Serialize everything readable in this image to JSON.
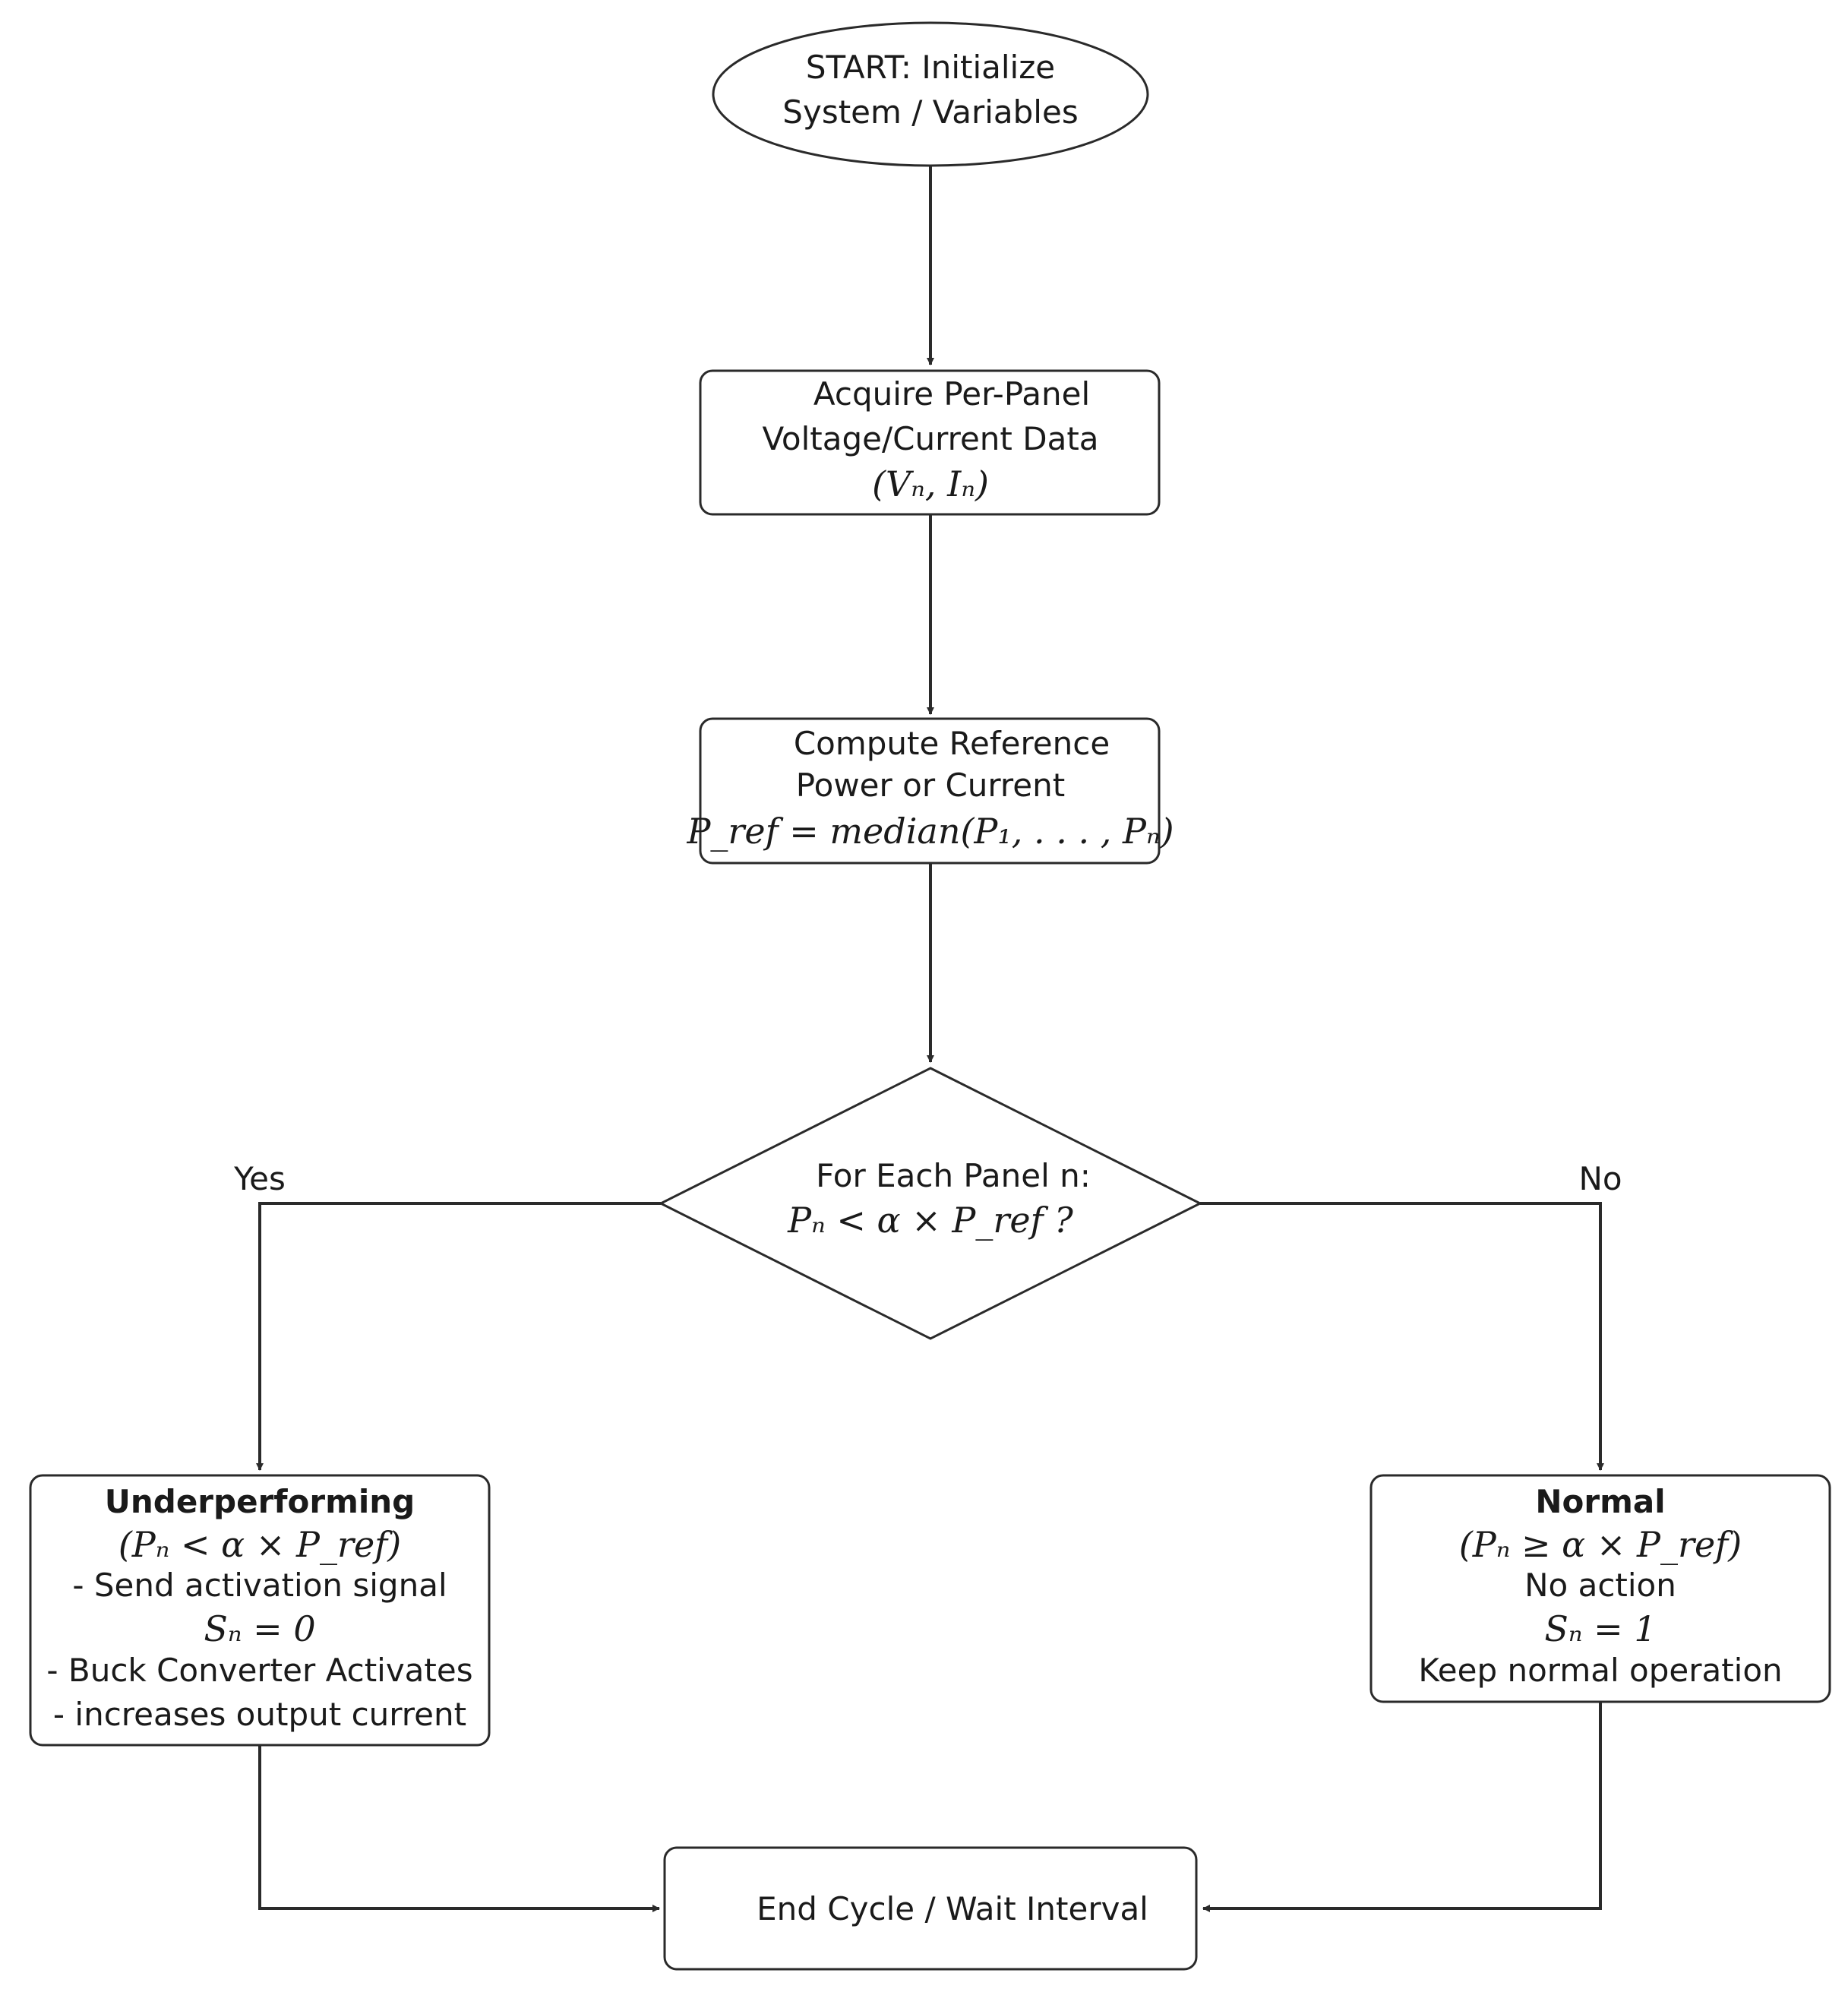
{
  "nodes": {
    "start": {
      "lines": [
        "START: Initialize",
        "System / Variables"
      ]
    },
    "acquire": {
      "lines": [
        "Acquire Per-Panel",
        "Voltage/Current Data"
      ],
      "formula": "(Vₙ, Iₙ)"
    },
    "compute": {
      "lines": [
        "Compute Reference",
        "Power or Current"
      ],
      "formula": "P_ref = median(P₁, . . . , Pₙ)"
    },
    "decision": {
      "line1": "For Each Panel n:",
      "line2": "Pₙ < α × P_ref ?"
    },
    "under": {
      "title": "Underperforming",
      "condition": "(Pₙ < α × P_ref)",
      "lines": [
        "- Send activation signal",
        "Sₙ = 0",
        "- Buck Converter Activates",
        "- increases output current"
      ]
    },
    "normal": {
      "title": "Normal",
      "condition": "(Pₙ ≥ α × P_ref)",
      "lines": [
        "No action",
        "Sₙ = 1",
        "Keep normal operation"
      ]
    },
    "end": {
      "label": "End Cycle / Wait Interval"
    }
  },
  "edges": {
    "yes_label": "Yes",
    "no_label": "No"
  }
}
